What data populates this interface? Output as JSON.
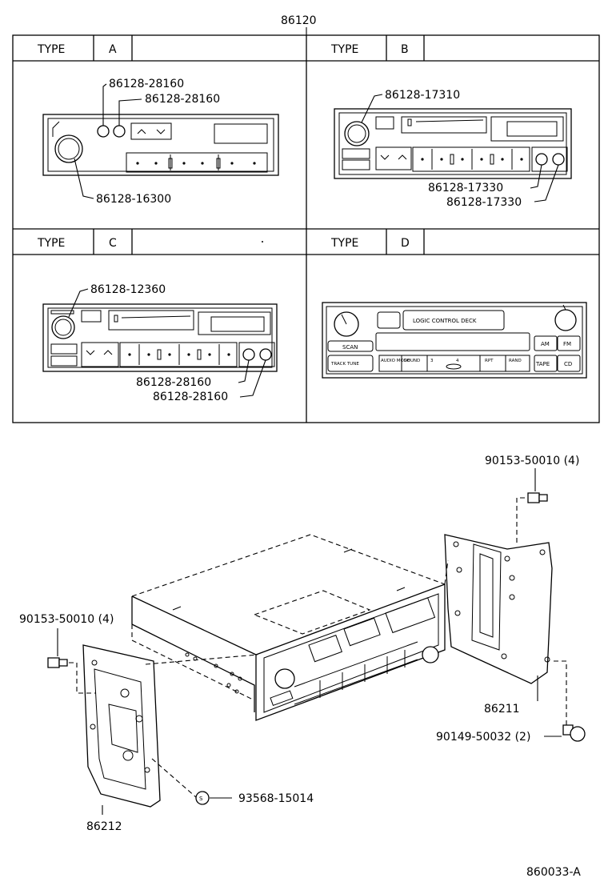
{
  "title": "86120",
  "type_label": "TYPE",
  "panels": [
    {
      "id": "A",
      "type": "A",
      "parts": [
        "86128-28160",
        "86128-28160",
        "86128-16300"
      ]
    },
    {
      "id": "B",
      "type": "B",
      "parts": [
        "86128-17310",
        "86128-17330",
        "86128-17330"
      ]
    },
    {
      "id": "C",
      "type": "C",
      "parts": [
        "86128-12360",
        "86128-28160",
        "86128-28160"
      ]
    },
    {
      "id": "D",
      "type": "D",
      "display_text": "LOGIC CONTROL DECK",
      "buttons": [
        "SCAN",
        "TRACK TUNE",
        "AM",
        "FM",
        "TAPE",
        "CD"
      ],
      "presets": [
        "AUDIO MODE",
        "SOUND",
        "3",
        "4",
        "RPT",
        "RAND"
      ]
    }
  ],
  "callouts": {
    "bolt_top": "90153-50010 (4)",
    "bolt_left": "90153-50010 (4)",
    "bracket_right": "86211",
    "screw_right": "90149-50032 (2)",
    "clip": "93568-15014",
    "bracket_left": "86212"
  },
  "figure_code": "860033-A",
  "colors": {
    "line": "#000000",
    "background": "#ffffff"
  }
}
